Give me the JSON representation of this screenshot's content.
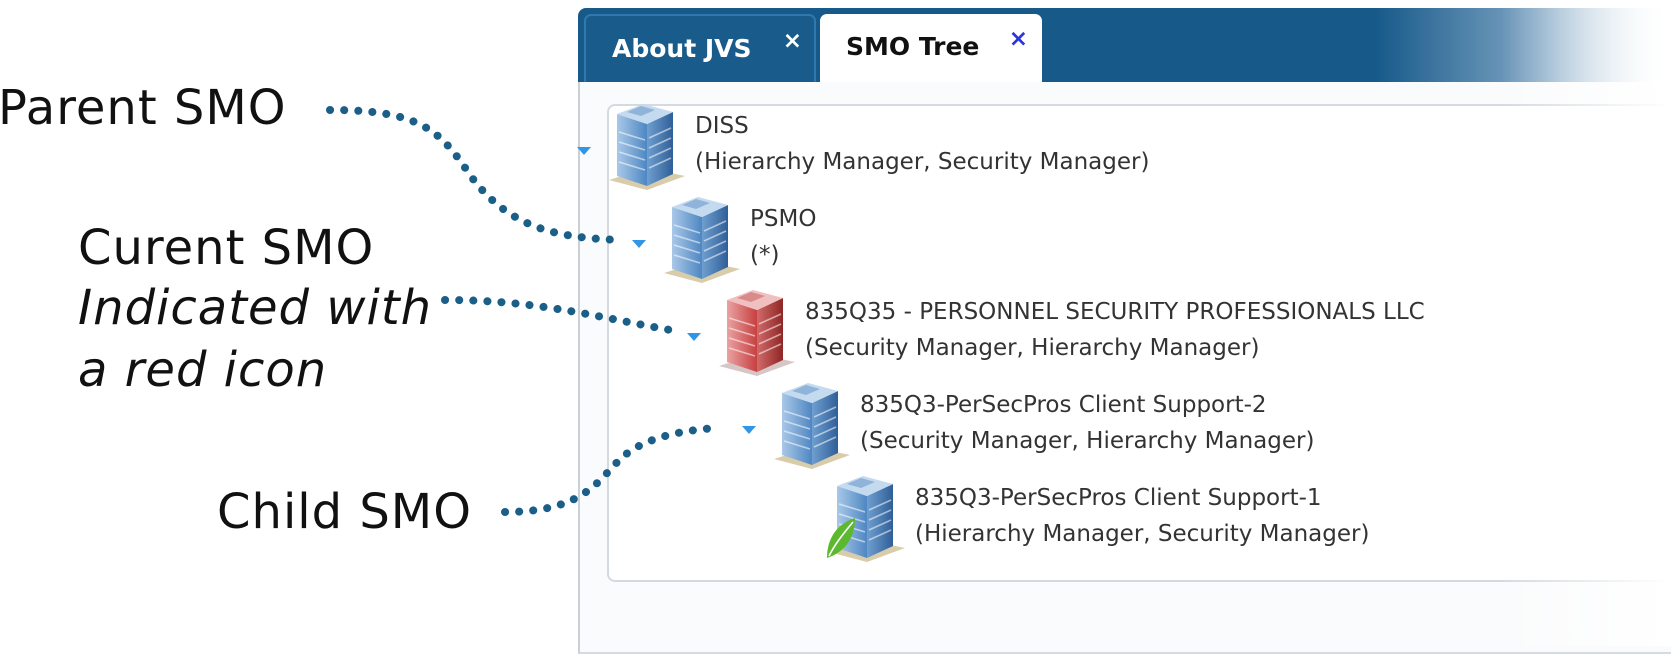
{
  "tabs": [
    {
      "label": "About JVS",
      "close": "×",
      "active": false
    },
    {
      "label": "SMO Tree",
      "close": "×",
      "active": true
    }
  ],
  "tree": [
    {
      "name": "DISS",
      "roles": "(Hierarchy Manager, Security Manager)",
      "icon": "blue-building-icon"
    },
    {
      "name": "PSMO",
      "roles": "(*)",
      "icon": "blue-building-icon"
    },
    {
      "name": "835Q35 - PERSONNEL SECURITY PROFESSIONALS LLC",
      "roles": "(Security Manager, Hierarchy Manager)",
      "icon": "red-building-icon",
      "current": true
    },
    {
      "name": "835Q3-PerSecPros Client Support-2",
      "roles": "(Security Manager, Hierarchy Manager)",
      "icon": "blue-building-icon"
    },
    {
      "name": "835Q3-PerSecPros Client Support-1",
      "roles": "(Hierarchy Manager, Security Manager)",
      "icon": "blue-building-leaf-icon"
    }
  ],
  "callouts": {
    "parent": "Parent SMO",
    "current_line1": "Curent SMO",
    "current_line2": "Indicated with",
    "current_line3": "a red icon",
    "child": "Child SMO"
  },
  "colors": {
    "tab_bar": "#175a8a",
    "toggle_arrow": "#3296e6",
    "connector_dots": "#1b5f89",
    "current_icon": "#c74040",
    "default_icon": "#4f87c2",
    "leaf": "#5cb82e"
  }
}
